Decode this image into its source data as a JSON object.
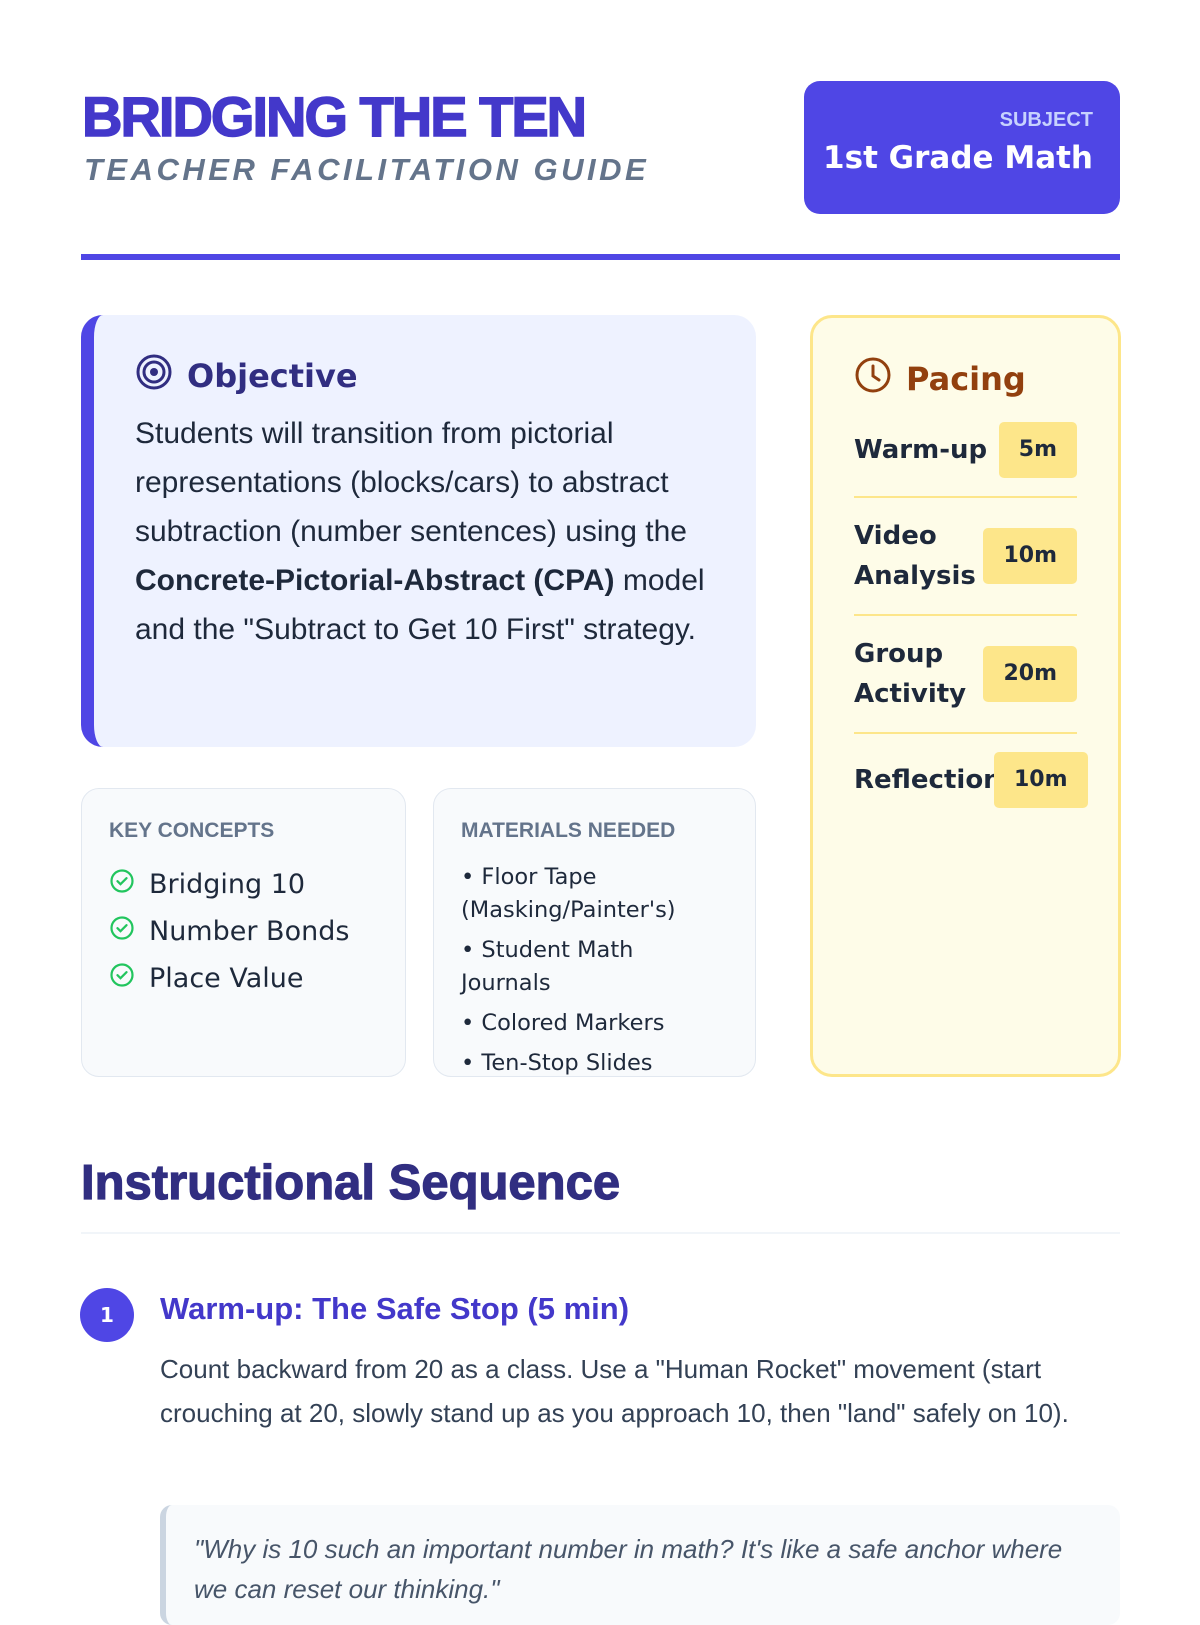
{
  "header": {
    "title": "BRIDGING THE TEN",
    "subtitle": "TEACHER FACILITATION GUIDE",
    "subject_label": "SUBJECT",
    "subject_value": "1st Grade Math"
  },
  "objective": {
    "heading": "Objective",
    "text_before": "Students will transition from pictorial representations (blocks/cars) to abstract subtraction (number sentences) using the ",
    "text_bold": "Concrete-Pictorial-Abstract (CPA)",
    "text_after": " model and the \"Subtract to Get 10 First\" strategy.",
    "icon": "target-icon"
  },
  "key_concepts": {
    "heading": "KEY CONCEPTS",
    "items": [
      "Bridging 10",
      "Number Bonds",
      "Place Value"
    ]
  },
  "materials": {
    "heading": "MATERIALS NEEDED",
    "items": [
      "• Floor Tape (Masking/Painter's)",
      "• Student Math Journals",
      "• Colored Markers",
      "• Ten-Stop Slides"
    ]
  },
  "pacing": {
    "heading": "Pacing",
    "icon": "clock-icon",
    "rows": [
      {
        "label": "Warm-up",
        "time": "5m"
      },
      {
        "label": "Video Analysis",
        "time": "10m"
      },
      {
        "label": "Group Activity",
        "time": "20m"
      },
      {
        "label": "Reflection",
        "time": "10m"
      }
    ]
  },
  "sequence": {
    "heading": "Instructional Sequence",
    "steps": [
      {
        "number": "1",
        "title": "Warm-up: The Safe Stop (5 min)",
        "body": "Count backward from 20 as a class. Use a \"Human Rocket\" movement (start crouching at 20, slowly stand up as you approach 10, then \"land\" safely on 10).",
        "quote": "\"Why is 10 such an important number in math? It's like a safe anchor where we can reset our thinking.\""
      }
    ]
  },
  "colors": {
    "accent": "#4f46e5",
    "pacing_bg": "#fefce8",
    "pill": "#fde68a",
    "check": "#22c55e"
  }
}
